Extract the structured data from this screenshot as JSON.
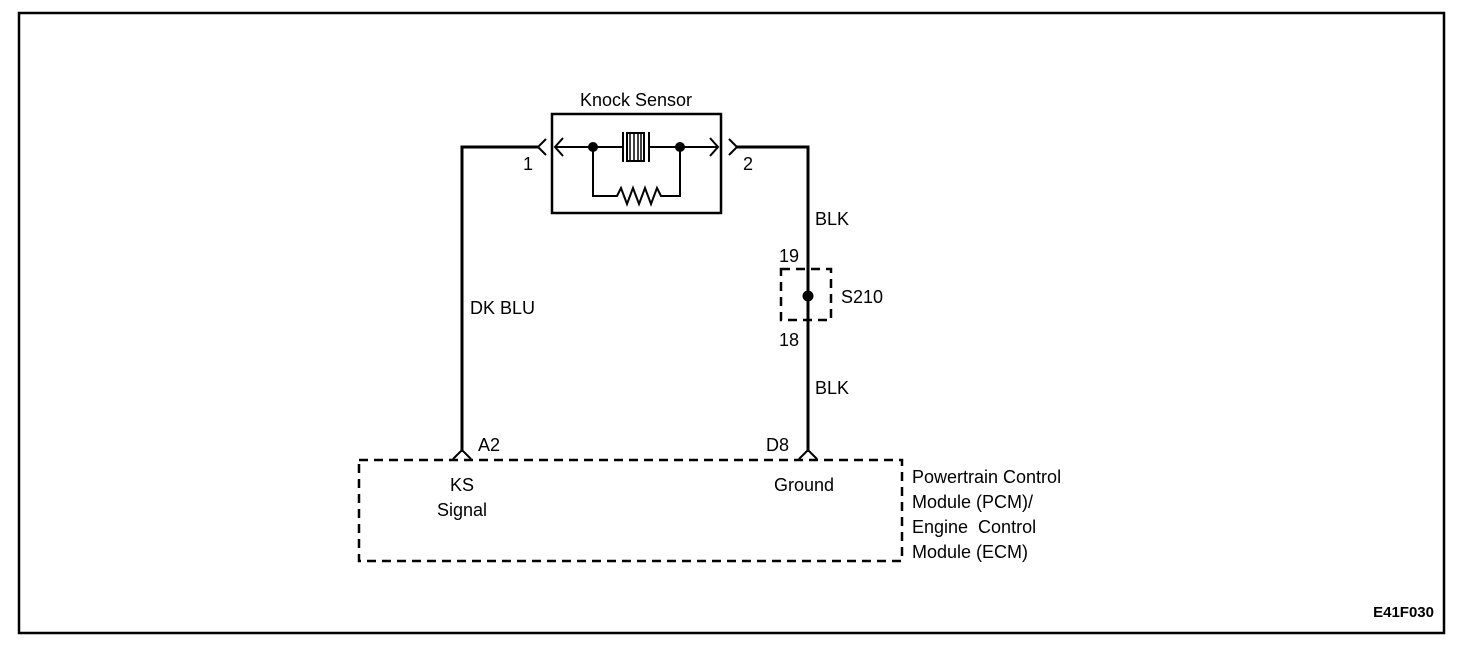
{
  "component_title": "Knock Sensor",
  "sensor_pins": {
    "left": "1",
    "right": "2"
  },
  "wires": {
    "signal_color": "DK BLU",
    "ground_upper_color": "BLK",
    "ground_lower_color": "BLK"
  },
  "splice": {
    "name": "S210",
    "upper_pin": "19",
    "lower_pin": "18"
  },
  "module": {
    "pin_signal": "A2",
    "pin_ground": "D8",
    "signal_label_line1": "KS",
    "signal_label_line2": "Signal",
    "ground_label": "Ground",
    "name_lines": [
      "Powertrain Control",
      "Module (PCM)/",
      "Engine  Control",
      "Module (ECM)"
    ]
  },
  "figure_code": "E41F030"
}
